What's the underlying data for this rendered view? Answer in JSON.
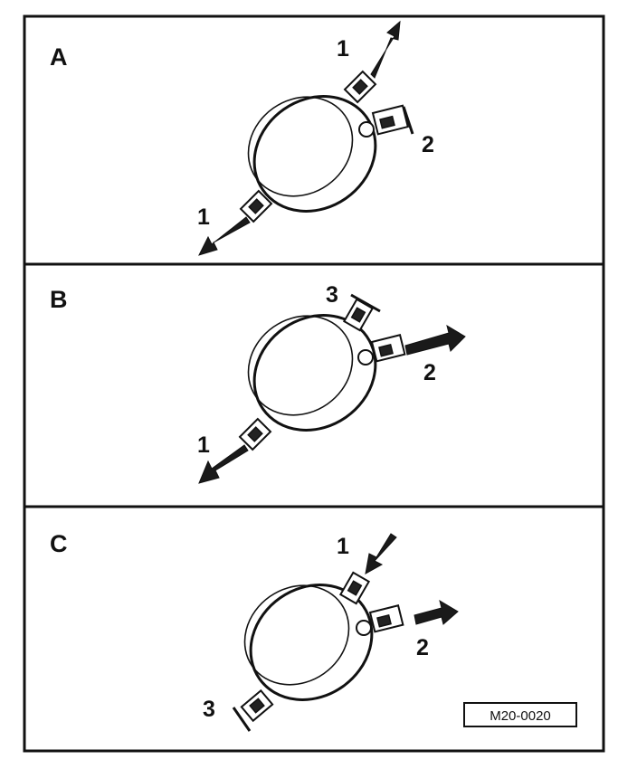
{
  "panels": [
    {
      "letter": "A",
      "callouts": [
        "1",
        "2",
        "1"
      ]
    },
    {
      "letter": "B",
      "callouts": [
        "3",
        "2",
        "1"
      ]
    },
    {
      "letter": "C",
      "callouts": [
        "1",
        "2",
        "3"
      ]
    }
  ],
  "reference_code": "M20-0020"
}
